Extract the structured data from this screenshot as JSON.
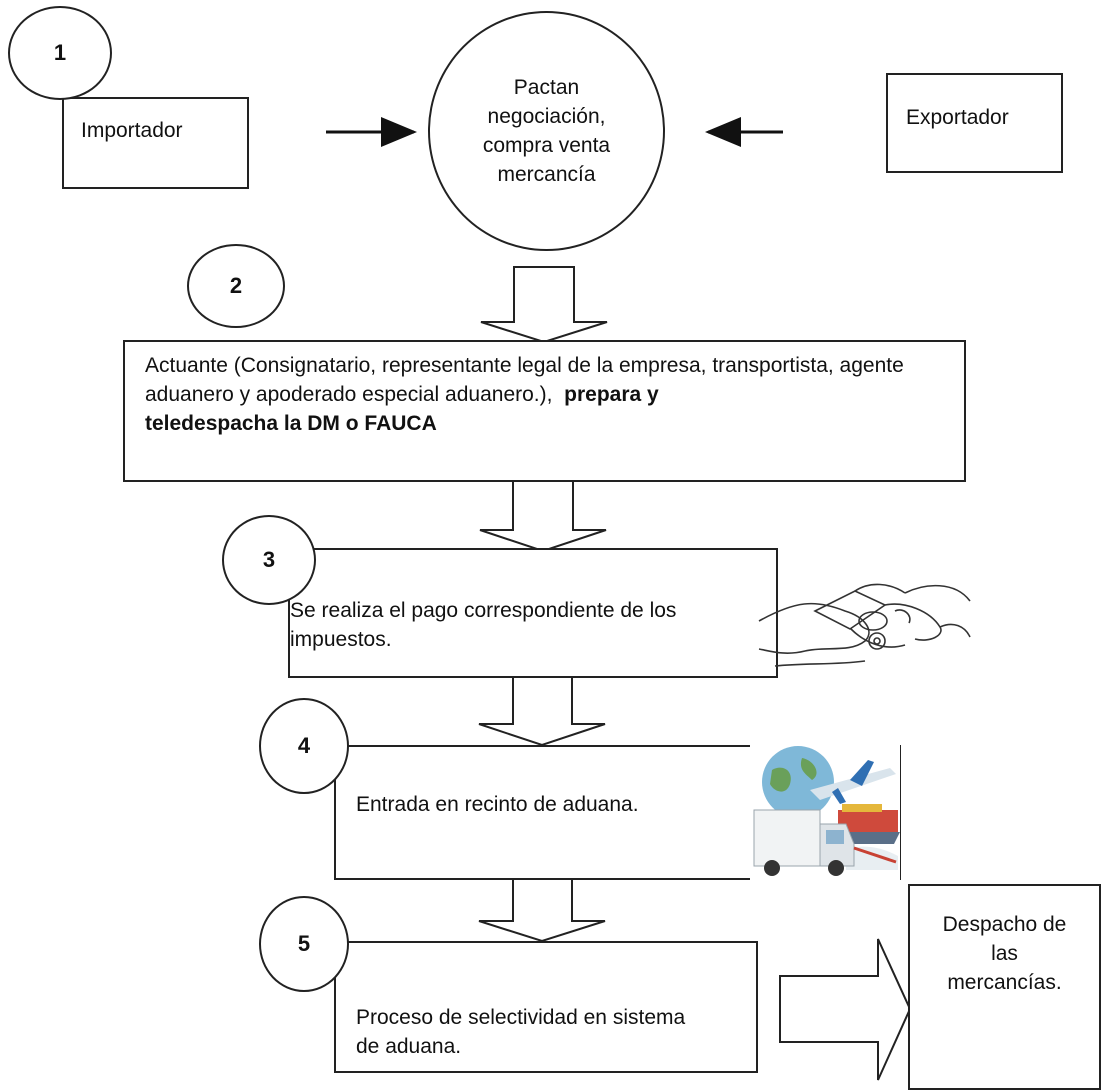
{
  "steps": [
    {
      "number": "1",
      "actor_left": "Importador",
      "actor_right": "Exportador",
      "center_text": [
        "Pactan",
        "negociación,",
        "compra venta",
        "mercancía"
      ]
    },
    {
      "number": "2",
      "text_plain": "Actuante (Consignatario, representante legal de la empresa, transportista, agente aduanero y apoderado especial aduanero.),",
      "text_bold_1": "prepara y",
      "text_bold_2": "teledespacha la DM o FAUCA"
    },
    {
      "number": "3",
      "text_line1": "Se realiza el pago correspondiente de los",
      "text_line2": "impuestos.",
      "illustration": "hands-exchanging-money-icon"
    },
    {
      "number": "4",
      "text": "Entrada en recinto de aduana.",
      "illustration": "transport-globe-plane-truck-ship-icon"
    },
    {
      "number": "5",
      "text_line1": "Proceso de selectividad en sistema",
      "text_line2": "de aduana.",
      "result": [
        "Despacho de",
        "las",
        "mercancías."
      ]
    }
  ]
}
